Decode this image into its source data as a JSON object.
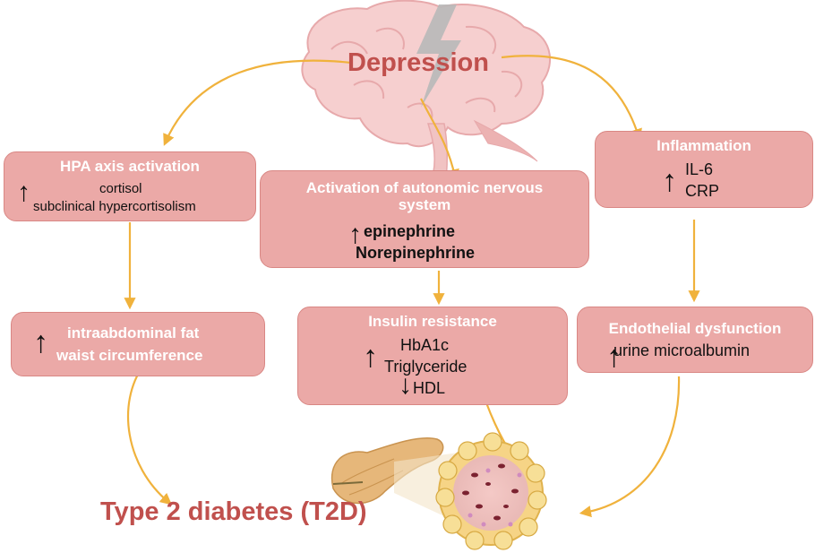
{
  "title": "Depression",
  "hpa": {
    "title": "HPA axis activation",
    "line1": "cortisol",
    "line2": "subclinical hypercortisolism"
  },
  "ans": {
    "title_line1": "Activation of autonomic nervous",
    "title_line2": "system",
    "line1": "epinephrine",
    "line2": "Norepinephrine"
  },
  "inflammation": {
    "title": "Inflammation",
    "line1": "IL-6",
    "line2": "CRP"
  },
  "fat": {
    "line1": "intraabdominal fat",
    "line2": "waist circumference"
  },
  "insulin": {
    "title": "Insulin resistance",
    "line1": "HbA1c",
    "line2": "Triglyceride",
    "line3": "HDL"
  },
  "endothelial": {
    "title": "Endothelial dysfunction",
    "line1": "urine microalbumin"
  },
  "outcome": "Type 2 diabetes (T2D)",
  "icons": {
    "brain": "brain-icon",
    "lightning": "lightning-icon",
    "pancreas": "pancreas-icon",
    "islet": "islet-cells-icon"
  },
  "colors": {
    "box_fill": "#eba9a7",
    "box_border": "#d98784",
    "arrow": "#f0b23c",
    "heading": "#c0504d",
    "box_title": "#ffffff"
  }
}
